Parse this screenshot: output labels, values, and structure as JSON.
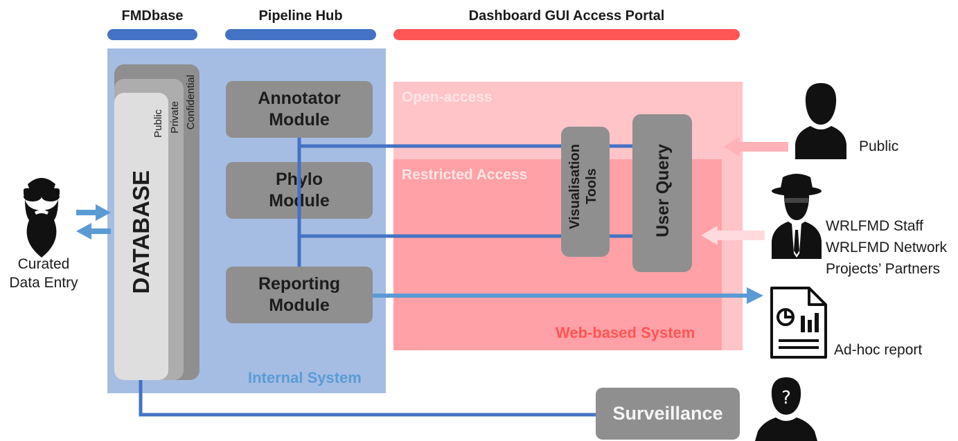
{
  "headers": {
    "fmdbase": "FMDbase",
    "pipeline": "Pipeline Hub",
    "dashboard": "Dashboard GUI Access Portal"
  },
  "database": {
    "main": "DATABASE",
    "layers": [
      "Public",
      "Private",
      "Confidential"
    ]
  },
  "modules": {
    "annotator": "Annotator\nModule",
    "phylo": "Phylo\nModule",
    "reporting": "Reporting\nModule"
  },
  "web": {
    "open_access": "Open-access",
    "restricted_access": "Restricted Access",
    "visualisation": "Visualisation\nTools",
    "user_query": "User Query",
    "system_label": "Web-based System"
  },
  "internal_label": "Internal System",
  "curated": "Curated\nData Entry",
  "users": {
    "public": "Public",
    "staff": [
      "WRLFMD Staff",
      "WRLFMD Network",
      "Projects’ Partners"
    ],
    "report": "Ad-hoc report"
  },
  "surveillance": "Surveillance",
  "colors": {
    "blue_header": "#4472c4",
    "red_header": "#ff5555",
    "internal_bg": "#a6bde3",
    "open_bg": "#ffc4c7",
    "restricted_bg": "#ffa1a6",
    "module_gray": "#8f8f8f",
    "arrow_blue": "#5b9bd5",
    "arrow_pink": "#ffb3b8"
  },
  "icons": [
    "bearded-person-icon",
    "public-user-icon",
    "spy-user-icon",
    "report-document-icon",
    "unknown-person-icon"
  ]
}
